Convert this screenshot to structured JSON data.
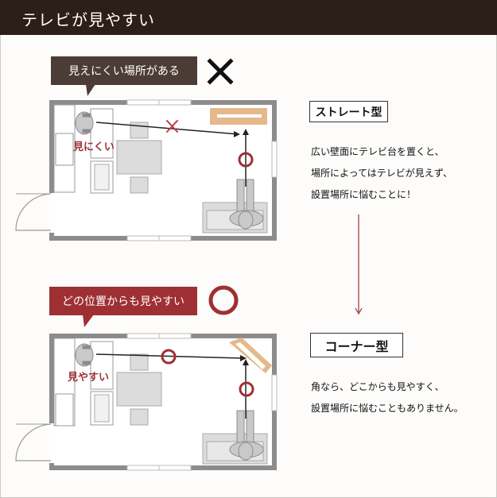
{
  "header": {
    "title": "テレビが見やすい"
  },
  "straight": {
    "bubble": "見えにくい場所がある",
    "mark": "cross",
    "label": "ストレート型",
    "room_text": "見にくい",
    "desc": [
      "広い壁面にテレビ台を置くと、",
      "場所によってはテレビが見えず、",
      "設置場所に悩むことに！"
    ]
  },
  "corner": {
    "bubble": "どの位置からも見やすい",
    "mark": "circle",
    "label": "コーナー型",
    "room_text": "見やすい",
    "desc": [
      "角なら、どこからも見やすく、",
      "設置場所に悩むこともありません。"
    ]
  },
  "colors": {
    "header_bg": "#2c1e18",
    "dark_bubble": "#4b3d36",
    "red": "#9e3034",
    "tv": "#e5b98b",
    "wall": "#8c8c8c",
    "furniture": "#dcdcdc"
  },
  "icons": [
    "cross-mark-icon",
    "circle-mark-icon",
    "down-arrow-icon",
    "person-icon",
    "sofa-icon",
    "tv-stand-icon",
    "door-icon"
  ]
}
